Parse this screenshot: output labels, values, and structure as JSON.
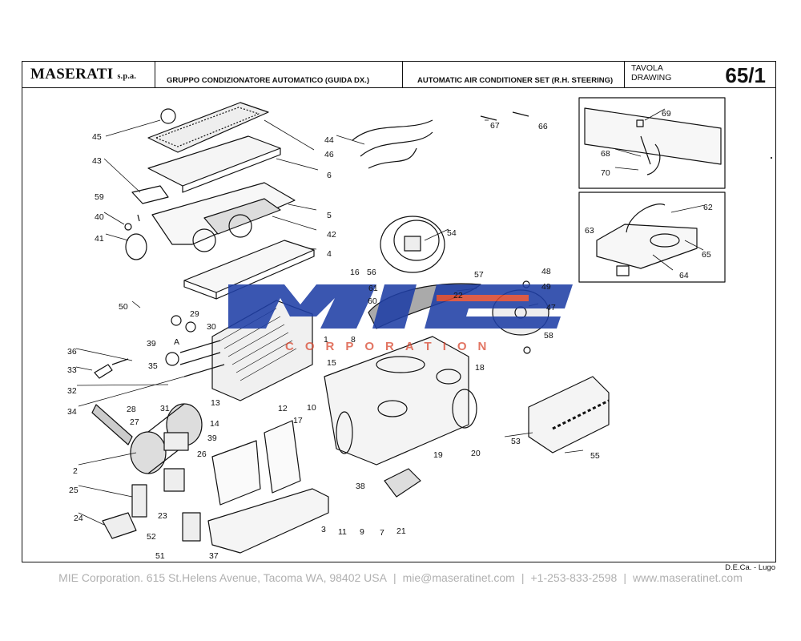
{
  "header": {
    "brand": "MASERATI",
    "brand_suffix": "s.p.a.",
    "title_it": "GRUPPO CONDIZIONATORE AUTOMATICO (GUIDA DX.)",
    "title_en": "AUTOMATIC AIR CONDITIONER SET (R.H. STEERING)",
    "drawing_label_it": "TAVOLA",
    "drawing_label_en": "DRAWING",
    "drawing_number": "65/1"
  },
  "watermark": {
    "logo": "MIE",
    "text": "CORPORATION",
    "color_blue": "#1f3fa6",
    "color_red": "#d9472f"
  },
  "callouts": [
    "45",
    "46",
    "6",
    "43",
    "5",
    "59",
    "42",
    "40",
    "41",
    "4",
    "44",
    "67",
    "66",
    "69",
    "68",
    "70",
    "62",
    "63",
    "65",
    "64",
    "54",
    "16",
    "56",
    "61",
    "60",
    "57",
    "48",
    "49",
    "22",
    "50",
    "29",
    "30",
    "39",
    "A",
    "1",
    "8",
    "47",
    "58",
    "36",
    "35",
    "15",
    "18",
    "33",
    "32",
    "13",
    "34",
    "28",
    "27",
    "31",
    "14",
    "12",
    "39",
    "10",
    "17",
    "2",
    "26",
    "25",
    "23",
    "24",
    "52",
    "51",
    "37",
    "3",
    "11",
    "9",
    "7",
    "38",
    "21",
    "19",
    "20",
    "53",
    "55"
  ],
  "footer": {
    "credit": "D.E.Ca. - Lugo",
    "company": "MIE Corporation. 615 St.Helens Avenue, Tacoma WA, 98402 USA",
    "email": "mie@maseratinet.com",
    "phone": "+1-253-833-2598",
    "website": "www.maseratinet.com"
  }
}
